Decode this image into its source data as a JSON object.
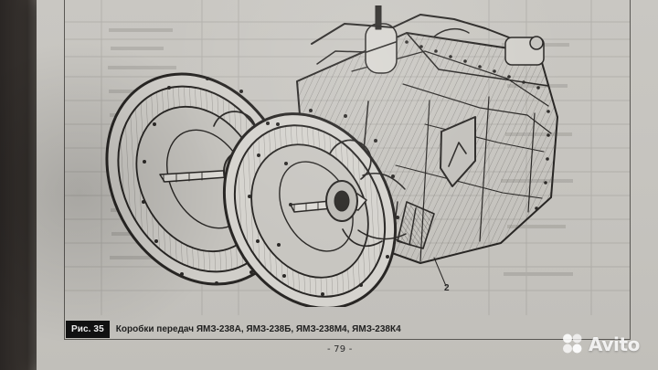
{
  "book_page": {
    "figure_label": "Рис. 35",
    "caption": "Коробки передач ЯМЗ-238А, ЯМЗ-238Б, ЯМЗ-238М4, ЯМЗ-238К4",
    "callout": "2",
    "page_number": "- 79 -"
  },
  "watermark": {
    "brand_text": "Avito",
    "icon": "avito-dots-logo"
  },
  "colors": {
    "paper": "#c7c5c0",
    "ink": "#2d2b28",
    "caption_bar": "#111111"
  }
}
